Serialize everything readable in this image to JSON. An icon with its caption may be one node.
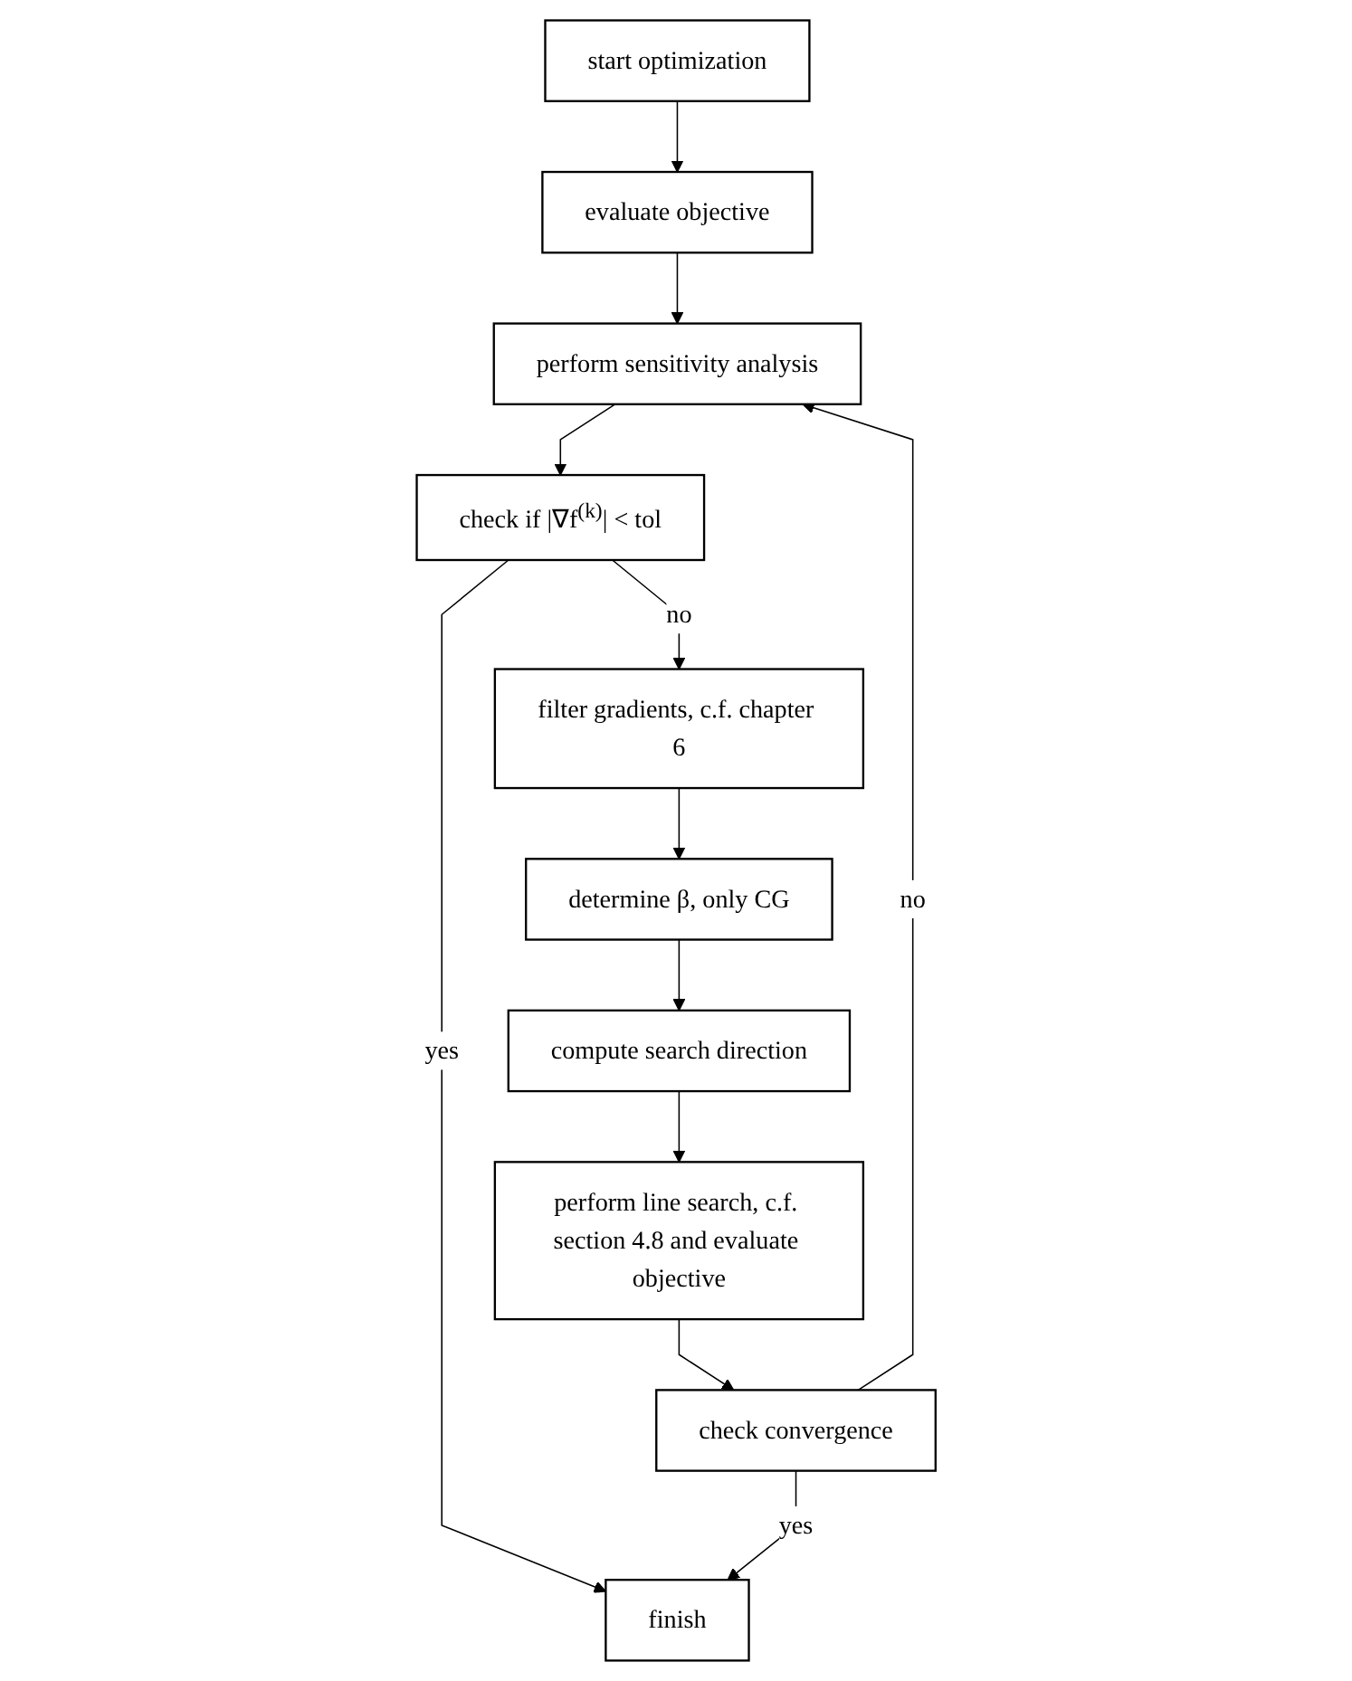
{
  "diagram": {
    "nodes": [
      {
        "text": [
          "start optimization"
        ]
      },
      {
        "text": [
          "evaluate objective"
        ]
      },
      {
        "text": [
          "perform sensitivity analysis"
        ]
      },
      {
        "text": [
          "check if |∇f$^{(k)}$| < tol"
        ]
      },
      {
        "text": [
          "filter gradients, c.f. chapter 6"
        ]
      },
      {
        "text": [
          "determine β, only CG"
        ]
      },
      {
        "text": [
          "compute search direction"
        ]
      },
      {
        "text": [
          "perform line search, c.f. section 4.8 and evaluate objective"
        ]
      },
      {
        "text": [
          "check convergence"
        ]
      },
      {
        "text": [
          "finish"
        ]
      }
    ],
    "edges": [
      {
        "from": 0,
        "to": 1,
        "arrow": "to"
      },
      {
        "from": 1,
        "to": 2,
        "arrow": "to"
      },
      {
        "from": 2,
        "to": 3,
        "arrow": "to"
      },
      {
        "from": 3,
        "to": 4,
        "arrow": "to",
        "label": "no"
      },
      {
        "from": 3,
        "to": 9,
        "arrow": "to",
        "label": "yes"
      },
      {
        "from": 4,
        "to": 5,
        "arrow": "to"
      },
      {
        "from": 5,
        "to": 6,
        "arrow": "to"
      },
      {
        "from": 6,
        "to": 7,
        "arrow": "to"
      },
      {
        "from": 7,
        "to": 8,
        "arrow": "to"
      },
      {
        "from": 8,
        "to": 2,
        "arrow": "to",
        "label": "no"
      },
      {
        "from": 8,
        "to": 9,
        "arrow": "to",
        "label": "yes"
      }
    ]
  }
}
